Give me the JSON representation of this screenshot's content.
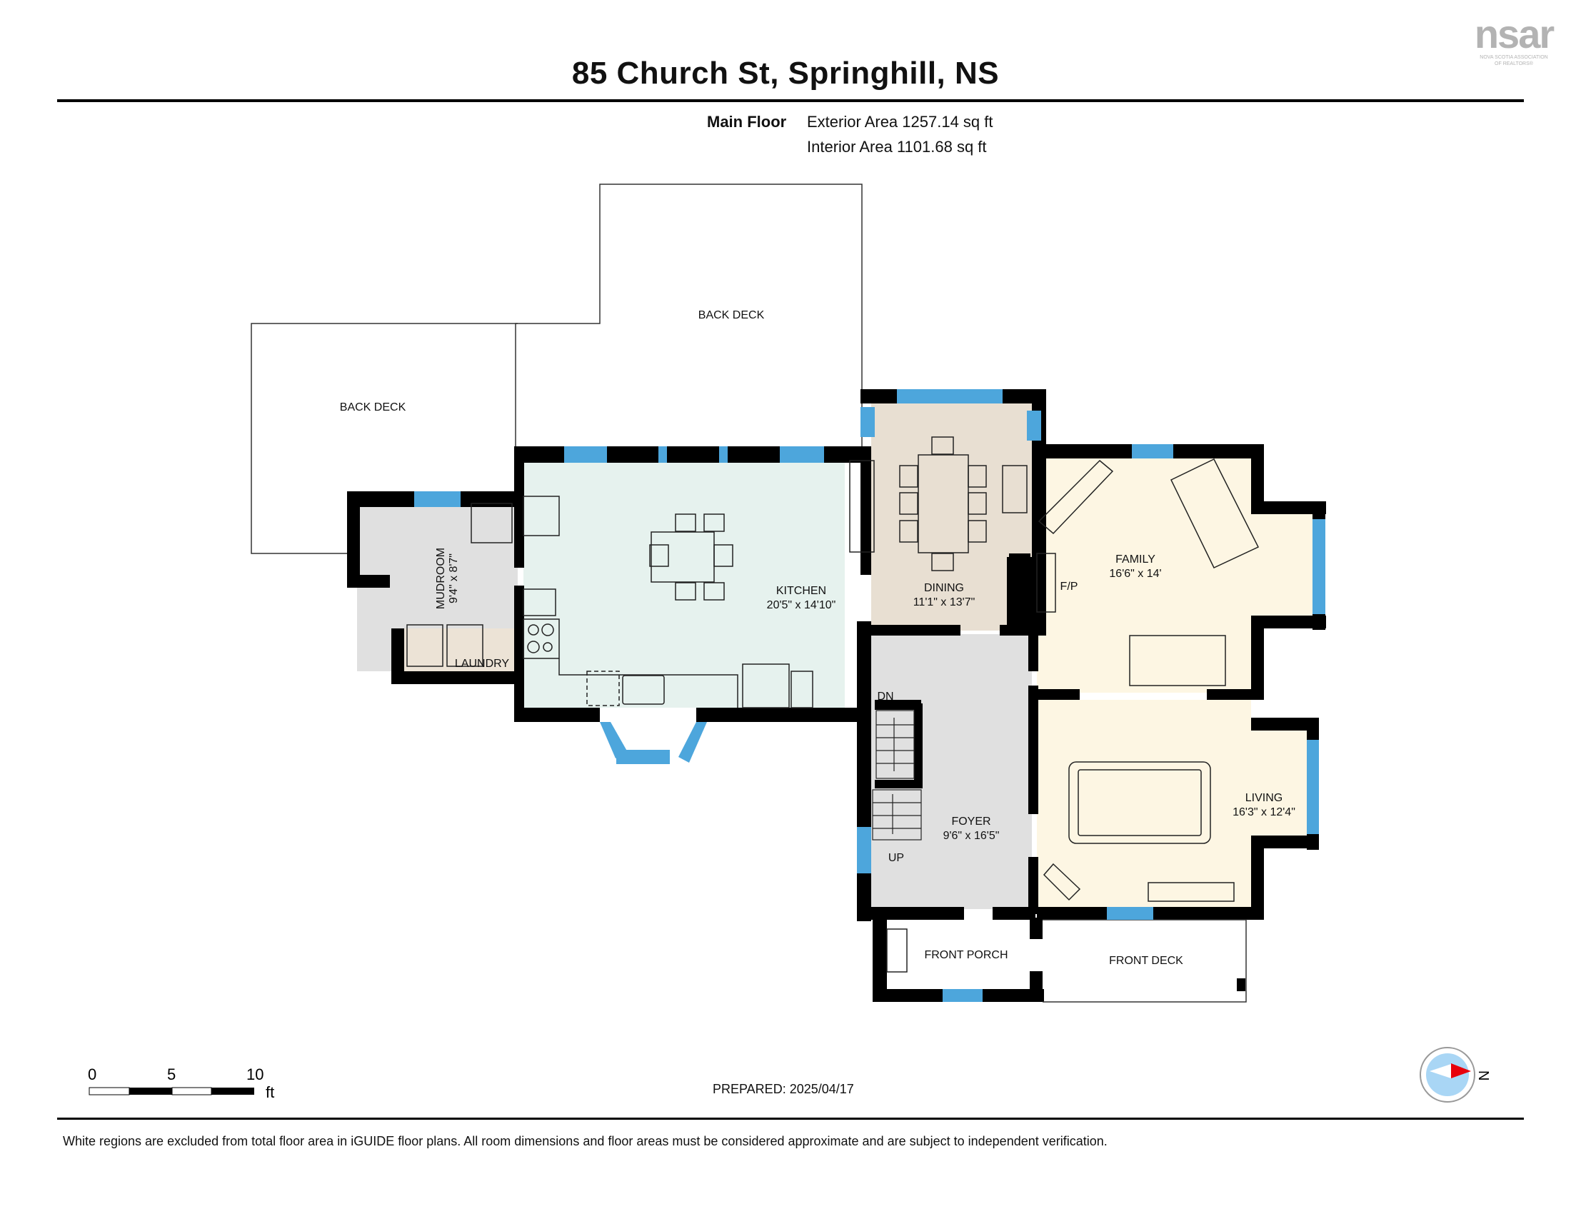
{
  "header": {
    "title": "85 Church St, Springhill, NS",
    "logo": {
      "mark": "nsar",
      "line1": "NOVA SCOTIA ASSOCIATION",
      "line2": "OF REALTORS®"
    }
  },
  "floor_summary": {
    "floor_name": "Main Floor",
    "exterior_area": "Exterior Area 1257.14 sq ft",
    "interior_area": "Interior Area 1101.68 sq ft"
  },
  "rooms": {
    "back_deck_left": {
      "name": "BACK DECK"
    },
    "back_deck_right": {
      "name": "BACK DECK"
    },
    "mudroom": {
      "name": "MUDROOM",
      "dims": "9'4\" x 8'7\""
    },
    "laundry": {
      "name": "LAUNDRY"
    },
    "kitchen": {
      "name": "KITCHEN",
      "dims": "20'5\" x 14'10\""
    },
    "dining": {
      "name": "DINING",
      "dims": "11'1\" x 13'7\""
    },
    "family": {
      "name": "FAMILY",
      "dims": "16'6\" x 14'",
      "fireplace": "F/P"
    },
    "foyer": {
      "name": "FOYER",
      "dims": "9'6\" x 16'5\"",
      "stairs_down": "DN",
      "stairs_up": "UP"
    },
    "living": {
      "name": "LIVING",
      "dims": "16'3\" x 12'4\""
    },
    "front_porch": {
      "name": "FRONT PORCH"
    },
    "front_deck": {
      "name": "FRONT DECK"
    }
  },
  "colors": {
    "wall": "#000000",
    "window": "#4da6dc",
    "kitchen_fill": "#e6f2ee",
    "dining_fill": "#e8dfd2",
    "family_fill": "#fdf6e3",
    "foyer_fill": "#e0e0e0",
    "laundry_fill": "#ece3d6",
    "compass_bg": "#a9d6f5",
    "compass_needle": "#e8000b"
  },
  "scale_bar": {
    "ticks": [
      "0",
      "5",
      "10"
    ],
    "unit": "ft"
  },
  "prepared": "PREPARED: 2025/04/17",
  "compass": {
    "label": "N"
  },
  "footer": {
    "disclaimer": "White regions are excluded from total floor area in iGUIDE floor plans. All room dimensions and floor areas must be considered approximate and are subject to independent verification."
  }
}
